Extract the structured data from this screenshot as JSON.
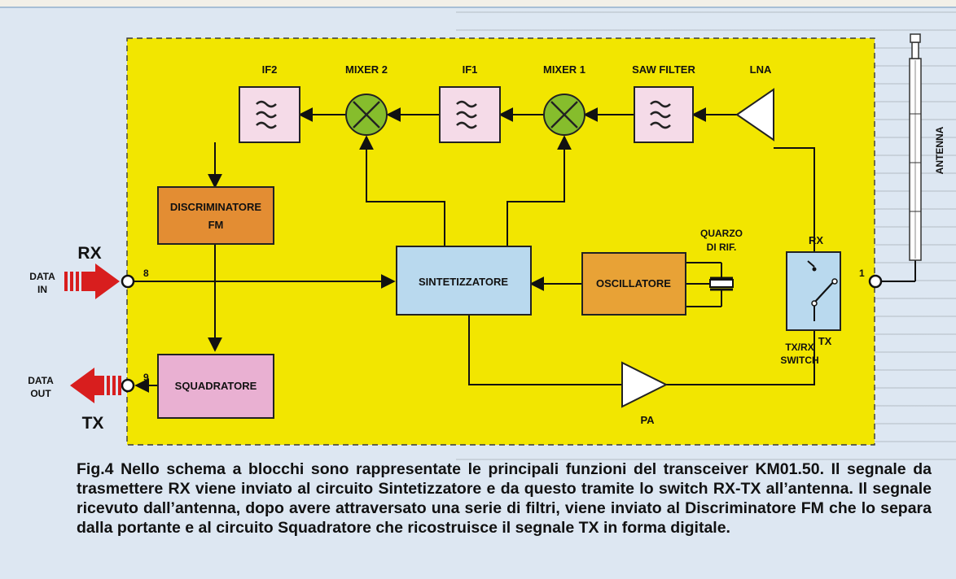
{
  "colors": {
    "panel": "#f2e600",
    "filter_fill": "#f5dbe8",
    "mixer_fill": "#86bd2c",
    "discriminatore_fill": "#e38d33",
    "synth_fill": "#b9d9ee",
    "oscillatore_fill": "#e8a236",
    "squadratore_fill": "#e9b0d2",
    "switch_fill": "#b9d9ee",
    "arrow_red": "#d81e1e"
  },
  "blocks": {
    "if2": "IF2",
    "mixer2": "MIXER 2",
    "if1": "IF1",
    "mixer1": "MIXER 1",
    "saw_filter": "SAW FILTER",
    "lna": "LNA",
    "discriminatore_line1": "DISCRIMINATORE",
    "discriminatore_line2": "FM",
    "sintetizzatore": "SINTETIZZATORE",
    "oscillatore": "OSCILLATORE",
    "quarzo_line1": "QUARZO",
    "quarzo_line2": "DI RIF.",
    "squadratore": "SQUADRATORE",
    "pa": "PA",
    "switch_rx": "RX",
    "switch_tx": "TX",
    "switch_name_line1": "TX/RX",
    "switch_name_line2": "SWITCH",
    "antenna": "ANTENNA"
  },
  "io": {
    "rx_label": "RX",
    "data_in_line1": "DATA",
    "data_in_line2": "IN",
    "pin_in": "8",
    "tx_label": "TX",
    "data_out_line1": "DATA",
    "data_out_line2": "OUT",
    "pin_out": "9",
    "pin_antenna": "1"
  },
  "caption": "Fig.4 Nello schema a blocchi sono rappresentate le principali funzioni del transceiver KM01.50. Il segnale da trasmettere RX viene inviato al circuito Sintetizzatore e da questo tramite lo switch RX-TX all’antenna. Il segnale ricevuto dall’antenna, dopo avere attraversato una serie di filtri, viene inviato al Discriminatore FM che lo separa dalla portante e al circuito Squadratore che ricostruisce il segnale TX in forma digitale."
}
